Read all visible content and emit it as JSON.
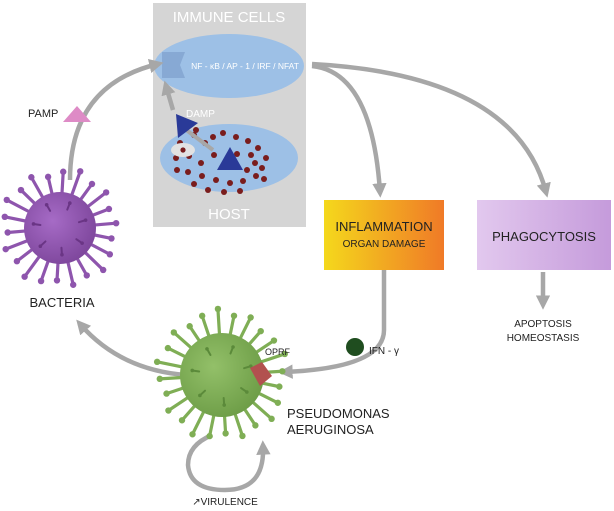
{
  "colors": {
    "panel": "#d5d5d5",
    "ellipse": "#9dc0e6",
    "arrow": "#a7a7a7",
    "triangle_pamp": "#de8bc6",
    "triangle_damp": "#2a3a98",
    "dots": "#7a1d1d",
    "bacteria": "#8e55ad",
    "pseudomonas": "#7fae55",
    "oprf": "#b2514f",
    "ifn": "#1f4d1f",
    "inflammation_from": "#f4d81c",
    "inflammation_to": "#f07a27",
    "phagocytosis_from": "#e2c8ee",
    "phagocytosis_to": "#c59bdb"
  },
  "icons": {
    "bacteria": "bacteria-icon",
    "pseudomonas": "pseudomonas-icon",
    "pamp": "triangle-icon",
    "damp": "triangle-icon",
    "ifn": "circle-icon",
    "oprf": "receptor-icon"
  },
  "labels": {
    "immune_cells": "IMMUNE CELLS",
    "nfkb": "NF - κB / AP - 1 / IRF / NFAT",
    "damp": "DAMP",
    "host": "HOST",
    "pamp": "PAMP",
    "bacteria": "BACTERIA",
    "inflammation_line1": "INFLAMMATION",
    "inflammation_line2": "ORGAN DAMAGE",
    "phagocytosis": "PHAGOCYTOSIS",
    "apoptosis_line1": "APOPTOSIS",
    "apoptosis_line2": "HOMEOSTASIS",
    "ifn": "IFN - γ",
    "oprf": "OPRF",
    "pseudomonas_line1": "PSEUDOMONAS",
    "pseudomonas_line2": "AERUGINOSA",
    "virulence": "↗VIRULENCE"
  }
}
